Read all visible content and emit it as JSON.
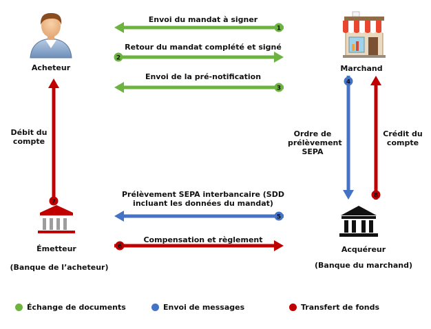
{
  "colors": {
    "documents": "#6cb33f",
    "messages": "#4472c4",
    "funds": "#c00000"
  },
  "actors": {
    "buyer": {
      "label": "Acheteur",
      "icon": "person-icon"
    },
    "merchant": {
      "label": "Marchand",
      "icon": "storefront-icon"
    },
    "issuer": {
      "label": "Émetteur",
      "sublabel": "(Banque de l’acheteur)",
      "icon": "bank-icon"
    },
    "acquirer": {
      "label": "Acquéreur",
      "sublabel": "(Banque du marchand)",
      "icon": "bank-icon"
    }
  },
  "flows": [
    {
      "step": "1",
      "label": "Envoi du mandat à signer",
      "type": "documents",
      "direction": "merchant-to-buyer"
    },
    {
      "step": "2",
      "label": "Retour du mandat complété et signé",
      "type": "documents",
      "direction": "buyer-to-merchant"
    },
    {
      "step": "3",
      "label": "Envoi de la pré-notification",
      "type": "documents",
      "direction": "merchant-to-buyer"
    },
    {
      "step": "4",
      "label": "Ordre de prélèvement SEPA",
      "type": "messages",
      "direction": "merchant-to-acquirer"
    },
    {
      "step": "5",
      "label": "Prélèvement SEPA interbancaire (SDD incluant les données du mandat)",
      "type": "messages",
      "direction": "acquirer-to-issuer"
    },
    {
      "step": "6",
      "label": "Compensation et règlement",
      "type": "funds",
      "direction": "issuer-to-acquirer"
    },
    {
      "step": "7",
      "label": "Débit du compte",
      "type": "funds",
      "direction": "issuer-to-buyer"
    },
    {
      "step": "8",
      "label": "Crédit du compte",
      "type": "funds",
      "direction": "acquirer-to-merchant"
    }
  ],
  "legend": [
    {
      "label": "Échange de documents",
      "type": "documents"
    },
    {
      "label": "Envoi de messages",
      "type": "messages"
    },
    {
      "label": "Transfert de fonds",
      "type": "funds"
    }
  ]
}
